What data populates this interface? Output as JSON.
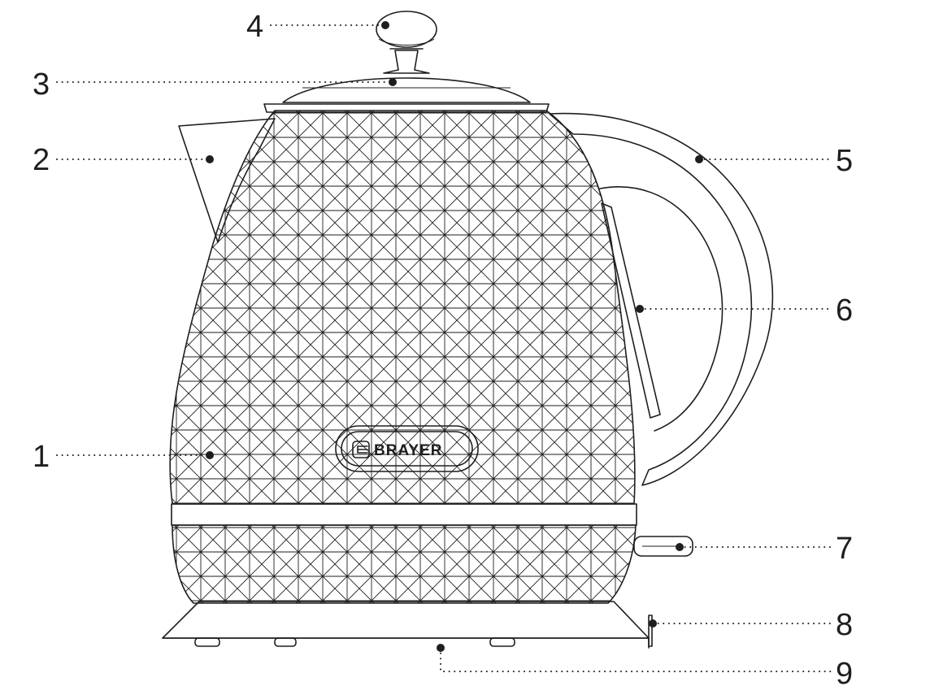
{
  "brand": {
    "logo_text": "BRAYER"
  },
  "callouts": [
    {
      "id": "1",
      "label": "1"
    },
    {
      "id": "2",
      "label": "2"
    },
    {
      "id": "3",
      "label": "3"
    },
    {
      "id": "4",
      "label": "4"
    },
    {
      "id": "5",
      "label": "5"
    },
    {
      "id": "6",
      "label": "6"
    },
    {
      "id": "7",
      "label": "7"
    },
    {
      "id": "8",
      "label": "8"
    },
    {
      "id": "9",
      "label": "9"
    }
  ]
}
